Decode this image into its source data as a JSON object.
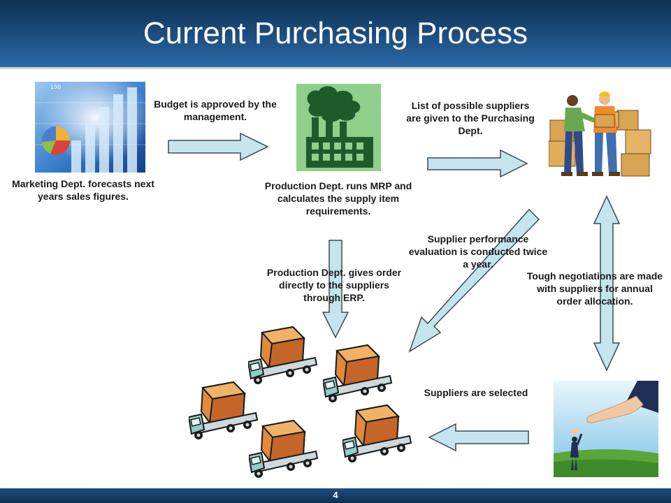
{
  "slide": {
    "title": "Current Purchasing Process",
    "page_number": "4"
  },
  "steps": {
    "marketing": "Marketing Dept. forecasts next years sales figures.",
    "budget": "Budget is approved by the management.",
    "production_mrp": "Production Dept. runs MRP and calculates the supply item requirements.",
    "supplier_list": "List of possible suppliers are given to the Purchasing Dept.",
    "performance": "Supplier performance evaluation is conducted twice a year.",
    "production_order": "Production Dept. gives order directly to the suppliers through ERP.",
    "negotiations": "Tough negotiations are made with suppliers for annual order allocation.",
    "selected": "Suppliers are selected"
  },
  "colors": {
    "arrow_fill": "#c5e5ee",
    "arrow_stroke": "#3a4a55",
    "header": "#1d4f82"
  }
}
